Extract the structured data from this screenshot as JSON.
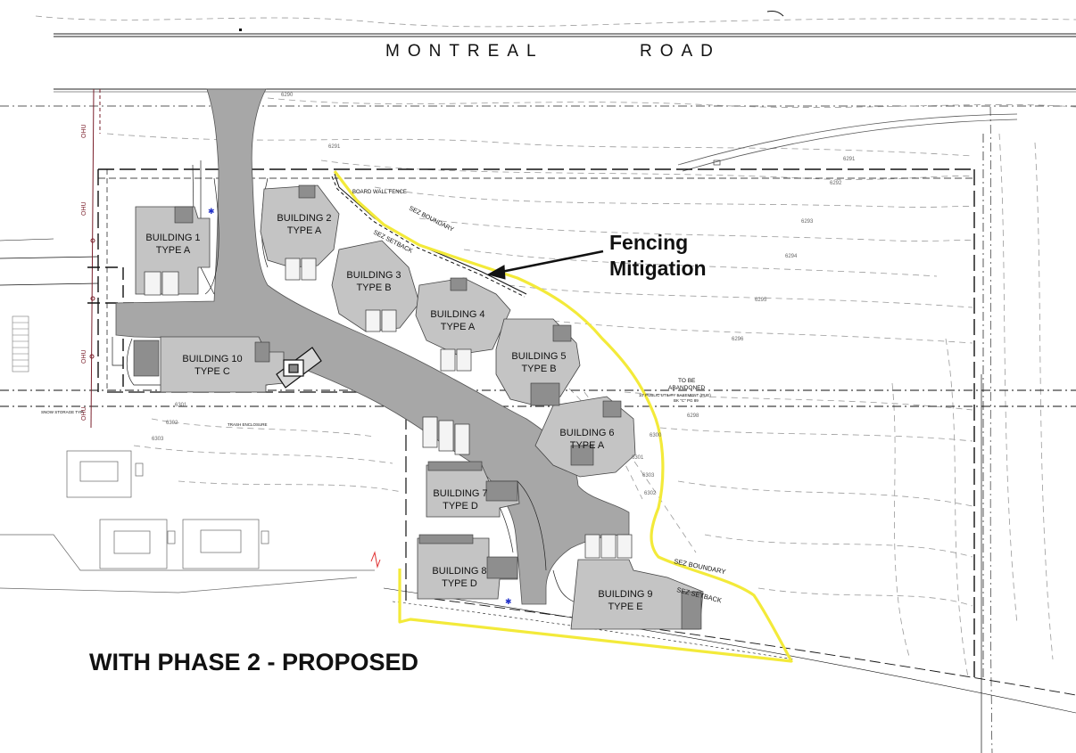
{
  "road": {
    "word1": "MONTREAL",
    "word2": "ROAD"
  },
  "callout": {
    "line1": "Fencing",
    "line2": "Mitigation"
  },
  "phase_label": "WITH PHASE 2 - PROPOSED",
  "buildings": [
    {
      "name": "BUILDING 1",
      "type": "TYPE A"
    },
    {
      "name": "BUILDING 2",
      "type": "TYPE A"
    },
    {
      "name": "BUILDING 3",
      "type": "TYPE B"
    },
    {
      "name": "BUILDING 4",
      "type": "TYPE A"
    },
    {
      "name": "BUILDING 5",
      "type": "TYPE B"
    },
    {
      "name": "BUILDING 6",
      "type": "TYPE A"
    },
    {
      "name": "BUILDING 7",
      "type": "TYPE D"
    },
    {
      "name": "BUILDING 8",
      "type": "TYPE D"
    },
    {
      "name": "BUILDING 9",
      "type": "TYPE E"
    },
    {
      "name": "BUILDING 10",
      "type": "TYPE C"
    }
  ],
  "annotations": {
    "sez_boundary": "SEZ BOUNDARY",
    "sez_setback": "SEZ SETBACK",
    "board_wall_fence": "BOARD WALL FENCE",
    "to_be": "TO BE",
    "abandoned": "ABANDONED",
    "pue": "10' PUBLIC UTILITY EASEMENT (PUE)",
    "book_ref": "BK \"C\" PG 89",
    "snow_storage": "SNOW STORAGE TYP.",
    "trash_enclosure": "TRASH ENCLOSURE",
    "ohu": "OHU"
  },
  "contours": [
    "6290",
    "6291",
    "6292",
    "6293",
    "6294",
    "6295",
    "6296",
    "6298",
    "6300",
    "6301",
    "6302",
    "6303"
  ],
  "colors": {
    "pavement": "#a7a7a7",
    "building": "#c4c4c4",
    "building_dark": "#8e8e8e",
    "fence": "#f3ea3a",
    "linework": "#111111",
    "contour": "#9a9a9a"
  }
}
